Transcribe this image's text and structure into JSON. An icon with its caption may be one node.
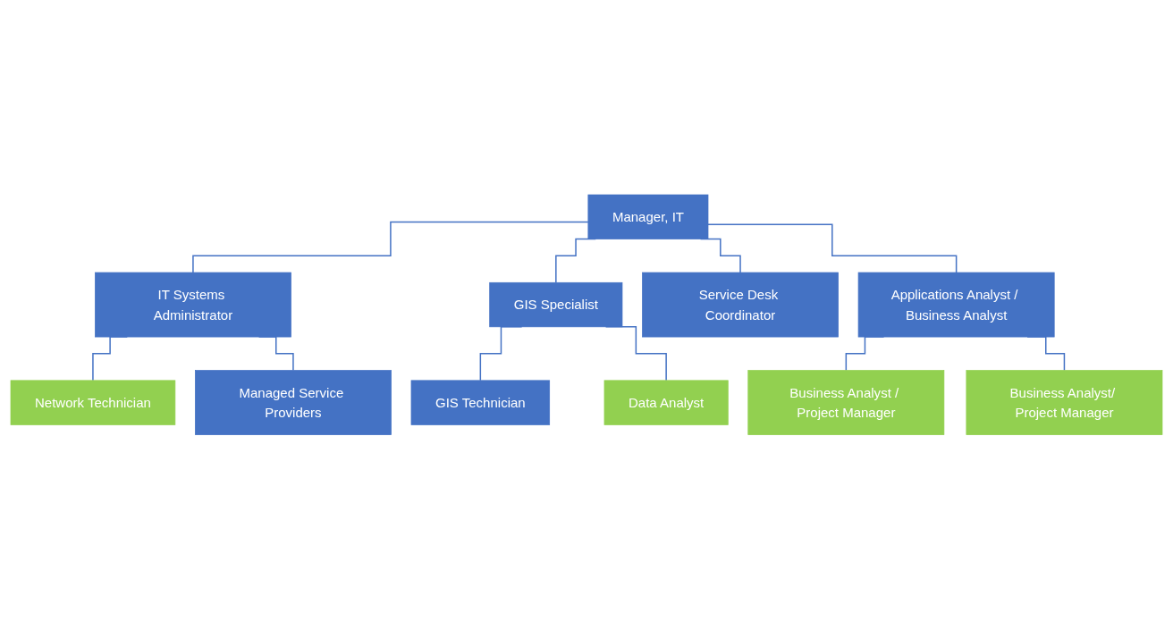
{
  "diagram": {
    "nodes": [
      {
        "text": [
          "Manager, IT"
        ]
      },
      {
        "text": [
          "IT Systems Administrator"
        ]
      },
      {
        "text": [
          "GIS Specialist"
        ]
      },
      {
        "text": [
          "Service Desk Coordinator"
        ]
      },
      {
        "text": [
          "Applications Analyst / Business Analyst"
        ]
      },
      {
        "text": [
          "Network Technician"
        ]
      },
      {
        "text": [
          "Managed Service Providers"
        ]
      },
      {
        "text": [
          "GIS Technician"
        ]
      },
      {
        "text": [
          "Data Analyst"
        ]
      },
      {
        "text": [
          "Business Analyst / Project Manager"
        ]
      },
      {
        "text": [
          "Business Analyst/ Project Manager"
        ]
      }
    ],
    "edges": [
      {
        "from": 0,
        "to": 1,
        "arrow": "none"
      },
      {
        "from": 0,
        "to": 2,
        "arrow": "none"
      },
      {
        "from": 0,
        "to": 3,
        "arrow": "none"
      },
      {
        "from": 0,
        "to": 4,
        "arrow": "none"
      },
      {
        "from": 1,
        "to": 5,
        "arrow": "none"
      },
      {
        "from": 1,
        "to": 6,
        "arrow": "none"
      },
      {
        "from": 2,
        "to": 7,
        "arrow": "none"
      },
      {
        "from": 2,
        "to": 8,
        "arrow": "none"
      },
      {
        "from": 4,
        "to": 9,
        "arrow": "none"
      },
      {
        "from": 4,
        "to": 10,
        "arrow": "none"
      }
    ]
  }
}
